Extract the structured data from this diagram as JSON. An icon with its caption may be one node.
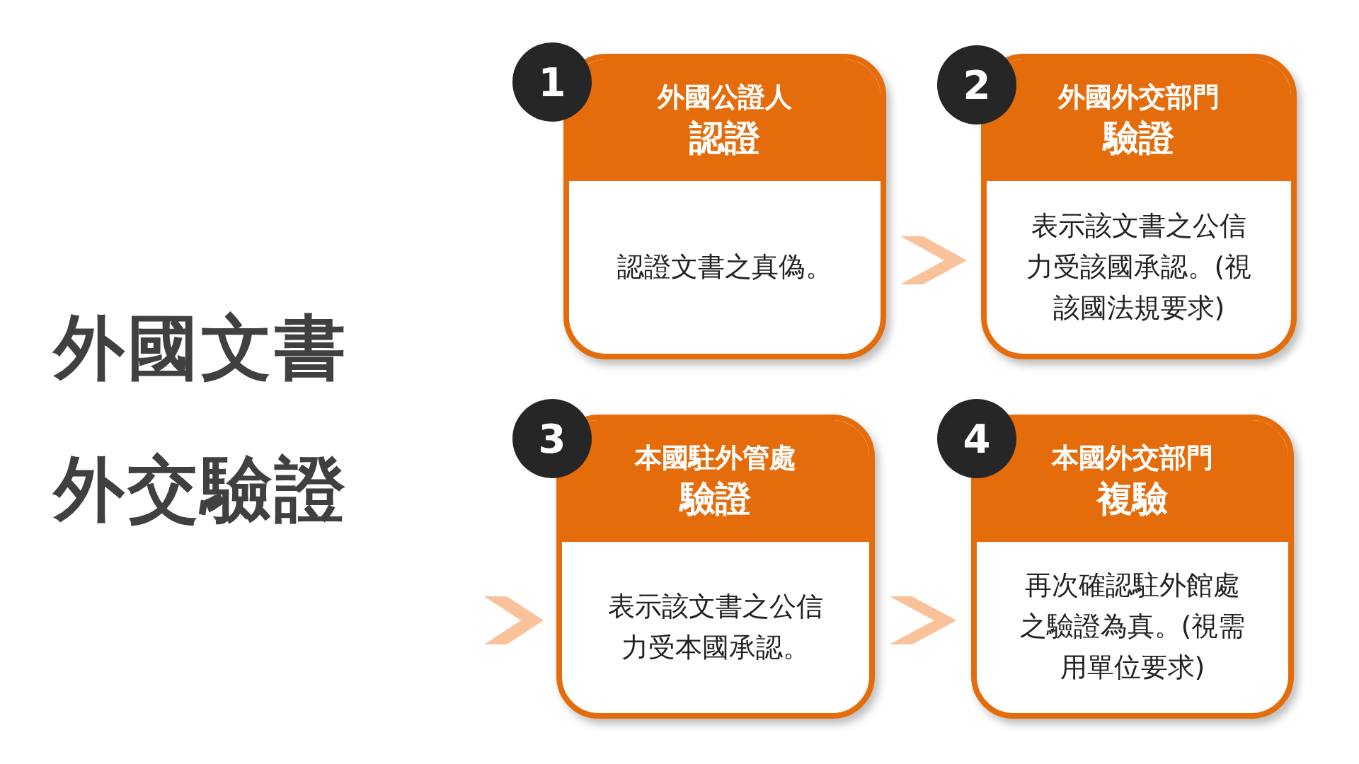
{
  "diagram": {
    "title": "**外國**文書外交驗證",
    "nodes": [
      {
        "text": [
          "1"
        ]
      },
      {
        "text": [
          "外國公證人",
          "認證",
          "認證文書之真偽。"
        ]
      },
      {
        "text": [
          "2"
        ]
      },
      {
        "text": [
          "外國外交部門",
          "驗證",
          "表示該文書之公信力受該國承認。(視該國法規要求)"
        ]
      },
      {
        "text": [
          "3"
        ]
      },
      {
        "text": [
          "本國駐外管處",
          "驗證",
          "表示該文書之公信力受本國承認。"
        ]
      },
      {
        "text": [
          "4"
        ]
      },
      {
        "text": [
          "本國外交部門",
          "複驗",
          "再次確認駐外館處之驗證為真。(視需用單位要求)"
        ]
      }
    ],
    "edges": [
      {
        "from": 1,
        "to": 3,
        "arrow": "to"
      },
      {
        "from": null,
        "to": 5,
        "arrow": "to"
      },
      {
        "from": 5,
        "to": 7,
        "arrow": "to"
      }
    ]
  }
}
